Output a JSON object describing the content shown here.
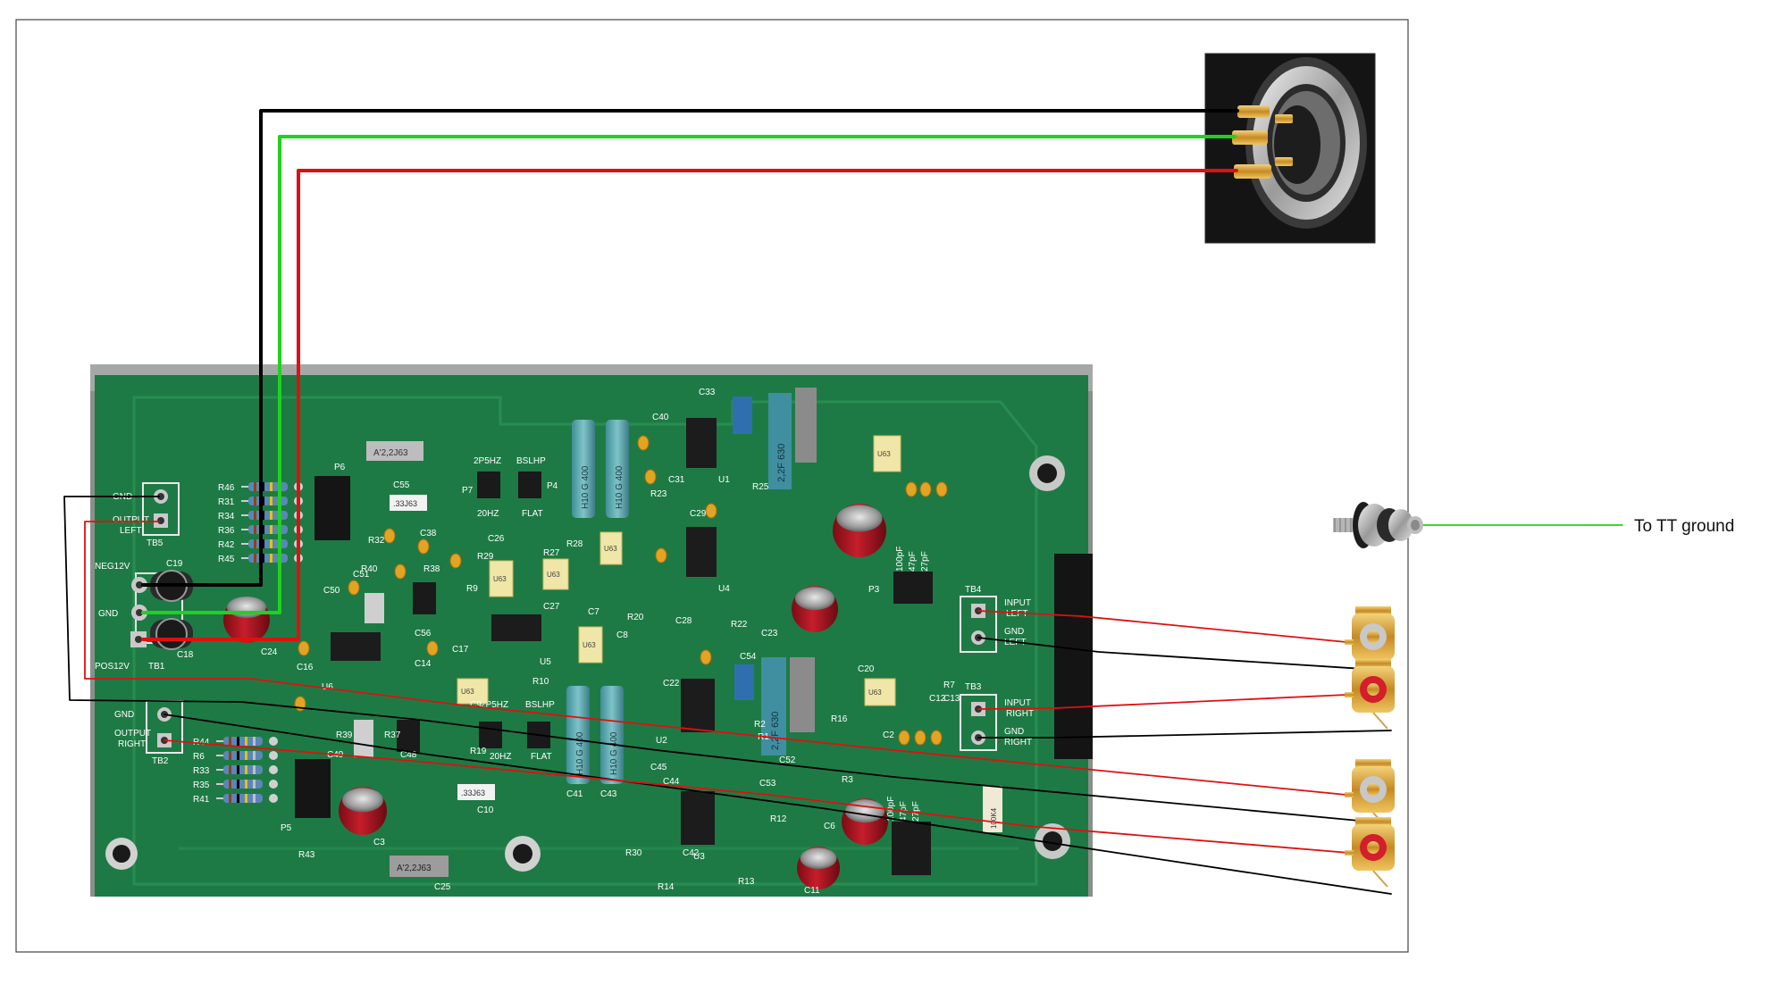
{
  "external_label": "To TT ground",
  "pcb": {
    "terminal_blocks": {
      "tb5": {
        "name": "TB5",
        "gnd": "GND",
        "output": "OUTPUT",
        "side": "LEFT"
      },
      "tb1": {
        "name": "TB1",
        "neg": "NEG12V",
        "gnd": "GND",
        "pos": "POS12V"
      },
      "tb2": {
        "name": "TB2",
        "gnd": "GND",
        "output": "OUTPUT",
        "side": "RIGHT"
      },
      "tb4": {
        "name": "TB4",
        "input": "INPUT",
        "input_side": "LEFT",
        "gnd": "GND",
        "gnd_side": "LEFT"
      },
      "tb3": {
        "name": "TB3",
        "input": "INPUT",
        "input_side": "RIGHT",
        "gnd": "GND",
        "gnd_side": "RIGHT"
      }
    },
    "jumpers": {
      "p7": {
        "name": "P7",
        "top": "2P5HZ",
        "bottom": "20HZ"
      },
      "p4": {
        "name": "P4",
        "top": "BSLHP",
        "bottom": "FLAT"
      },
      "p_lower_left": {
        "top": "2P5HZ",
        "bottom": "20HZ"
      },
      "p_lower_right": {
        "top": "BSLHP",
        "bottom": "FLAT"
      },
      "p6": "P6",
      "p5": "P5",
      "p3": "P3"
    },
    "resistor_labels_left": [
      "R46",
      "R31",
      "R34",
      "R36",
      "R42",
      "R45"
    ],
    "resistor_labels_right": [
      "R44",
      "R6",
      "R33",
      "R35",
      "R41"
    ],
    "capacitor_values": {
      "film_top": "A'2,2J63",
      "film_bottom": "A'2,2J63",
      "c55_value": ".33J63",
      "c10_value": ".33J63",
      "blue_cap_1": "H10 G 400",
      "blue_cap_2": "H10 G 400",
      "blue_cap_3": "H10 G 400",
      "blue_cap_4": "H10 G 400",
      "big_cap_top": "2,2F 630",
      "big_cap_bottom": "2,2F 630",
      "small_film": "U63",
      "resistor_block": "100K4"
    },
    "component_labels": [
      "C55",
      "C38",
      "C19",
      "C18",
      "C24",
      "C50",
      "C51",
      "C56",
      "C16",
      "C14",
      "C17",
      "C26",
      "C27",
      "C7",
      "C8",
      "C9",
      "C22",
      "C20",
      "C49",
      "C48",
      "C10",
      "C3",
      "C25",
      "C41",
      "C43",
      "C45",
      "C44",
      "C42",
      "C33",
      "C40",
      "C31",
      "C29",
      "C28",
      "C23",
      "C54",
      "C53",
      "C52",
      "C6",
      "C11",
      "C12",
      "C13",
      "C2",
      "R32",
      "R40",
      "R38",
      "R9",
      "R29",
      "R28",
      "R27",
      "R10",
      "R20",
      "R23",
      "R25",
      "R22",
      "R39",
      "R37",
      "R19",
      "R43",
      "R30",
      "R14",
      "R13",
      "R12",
      "R16",
      "R3",
      "R7",
      "R1",
      "R2",
      "U1",
      "U2",
      "U3",
      "U4",
      "U5",
      "U6",
      "TB1",
      "P3"
    ],
    "cap_values_small": [
      "100pF",
      "47pF",
      "27pF"
    ]
  },
  "colors": {
    "border": "#333333",
    "pcb_green": "#1e7a45",
    "pcb_dark": "#0f4e2b",
    "wire_black": "#000000",
    "wire_green": "#1fd21f",
    "wire_red": "#e01010",
    "gold": "#d9a23b"
  }
}
